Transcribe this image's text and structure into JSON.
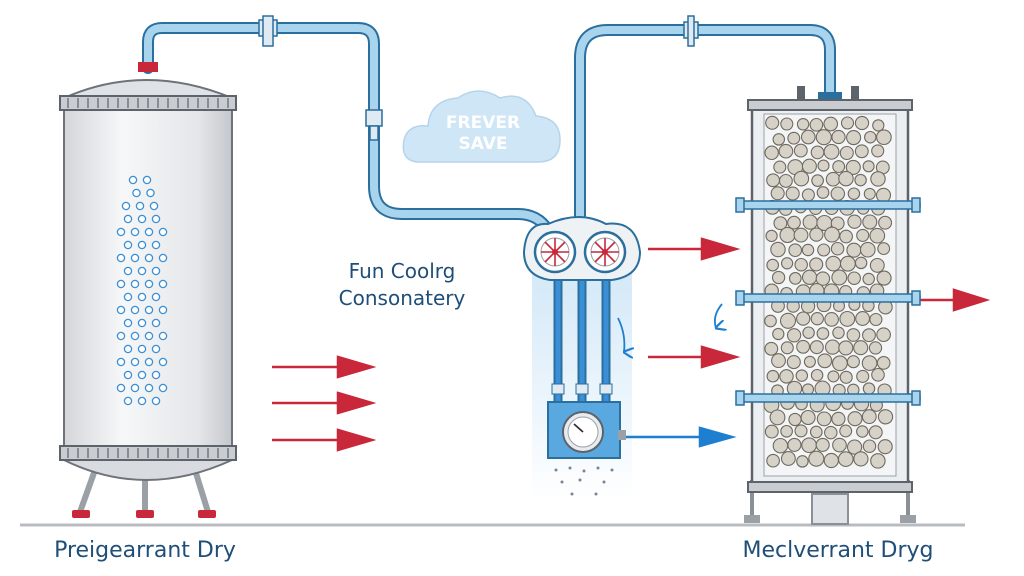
{
  "labels": {
    "left_caption": "Preigearrant Dry",
    "right_caption": "Meclverrant Dryg",
    "center_line1": "Fun Coolrg",
    "center_line2": "Consonatery",
    "cloud_line1": "FREVER",
    "cloud_line2": "SAVE"
  },
  "colors": {
    "pipe": "#a9d4ee",
    "pipe_outline": "#2b6f9e",
    "arrow_red": "#c8283a",
    "arrow_blue": "#1e7fd0",
    "text": "#1f4e79",
    "valve_red": "#c8283a",
    "cloud": "#cfe6f7"
  }
}
